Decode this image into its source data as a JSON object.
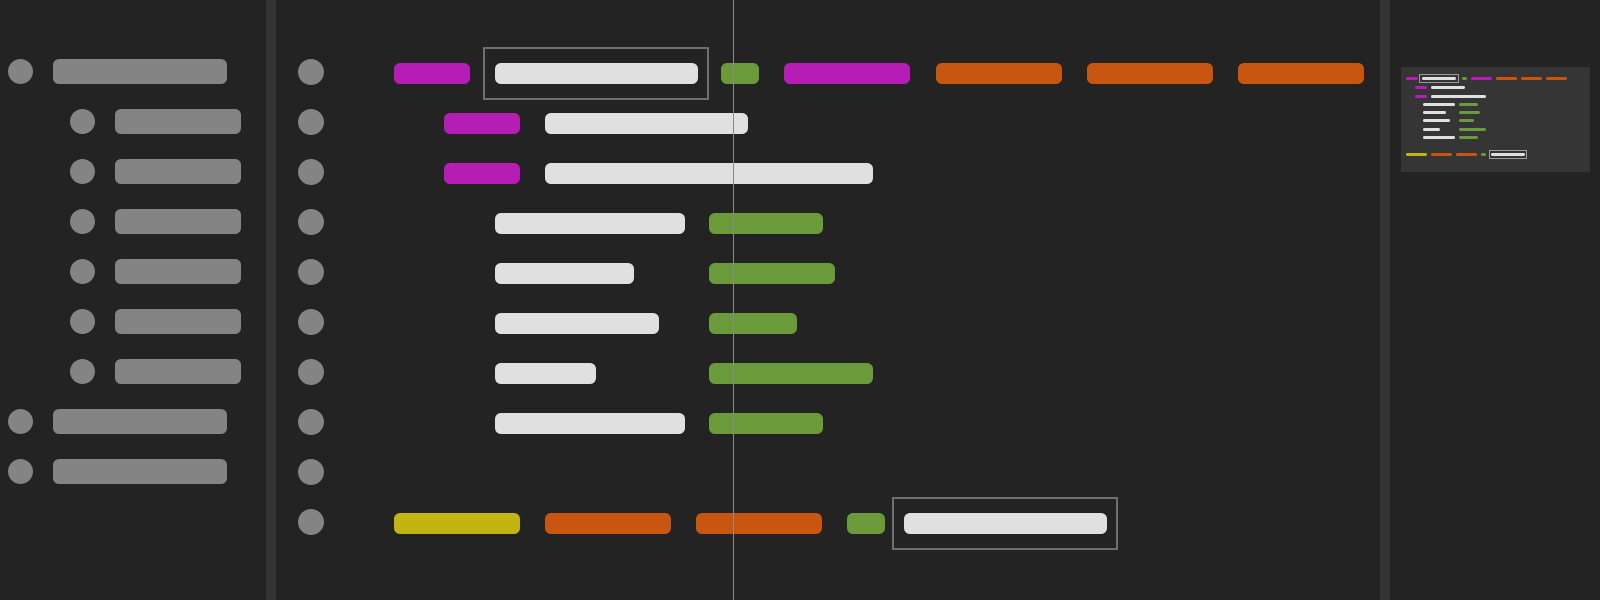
{
  "window": {
    "title": ""
  },
  "colors": {
    "background": "#232323",
    "splitter": "#333333",
    "placeholder": "#848484",
    "text_light": "#e0e0e0",
    "magenta": "#b61db5",
    "orange": "#c85510",
    "green": "#6a9a3a",
    "yellow": "#c2b512",
    "selection_border": "#6f6f6f",
    "cursor_rule": "#8a8a8a"
  },
  "sidebar": {
    "items": [
      {
        "level": 0,
        "icon": "file-icon",
        "label": ""
      },
      {
        "level": 1,
        "icon": "file-icon",
        "label": ""
      },
      {
        "level": 1,
        "icon": "file-icon",
        "label": ""
      },
      {
        "level": 1,
        "icon": "file-icon",
        "label": ""
      },
      {
        "level": 1,
        "icon": "file-icon",
        "label": ""
      },
      {
        "level": 1,
        "icon": "file-icon",
        "label": ""
      },
      {
        "level": 1,
        "icon": "file-icon",
        "label": ""
      },
      {
        "level": 0,
        "icon": "file-icon",
        "label": ""
      },
      {
        "level": 0,
        "icon": "file-icon",
        "label": ""
      }
    ]
  },
  "editor": {
    "gutter_markers": 10,
    "lines": [
      {
        "tokens": [
          "magenta",
          "text_selected",
          "green",
          "magenta",
          "orange",
          "orange",
          "orange"
        ]
      },
      {
        "tokens": [
          "magenta",
          "text"
        ]
      },
      {
        "tokens": [
          "magenta",
          "text"
        ]
      },
      {
        "tokens": [
          "text",
          "green"
        ]
      },
      {
        "tokens": [
          "text",
          "green"
        ]
      },
      {
        "tokens": [
          "text",
          "green"
        ]
      },
      {
        "tokens": [
          "text",
          "green"
        ]
      },
      {
        "tokens": [
          "text",
          "green"
        ]
      },
      {
        "tokens": []
      },
      {
        "tokens": [
          "yellow",
          "orange",
          "orange",
          "green",
          "text_selected"
        ]
      }
    ]
  },
  "minimap": {
    "icon": "minimap-preview"
  }
}
